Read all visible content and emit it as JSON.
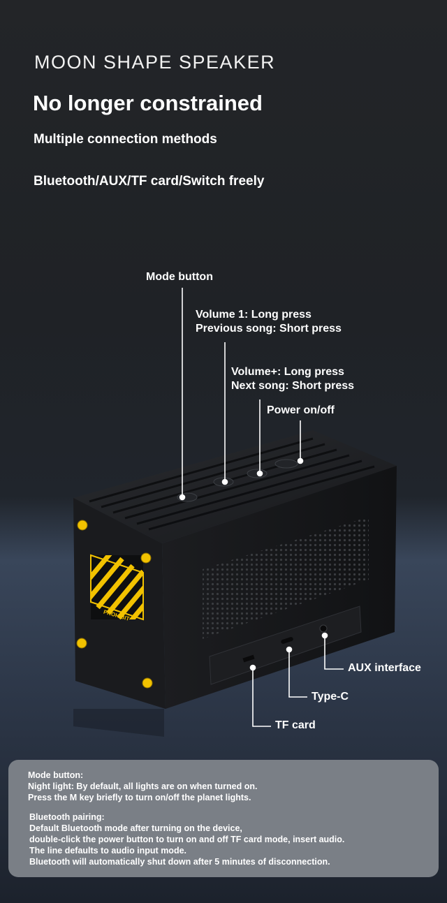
{
  "header": {
    "brand": "MOON SHAPE SPEAKER",
    "headline": "No longer constrained",
    "subtitle": "Multiple connection methods",
    "features": "Bluetooth/AUX/TF card/Switch freely"
  },
  "callouts": {
    "mode_button": "Mode button",
    "volume_minus_line1": "Volume 1: Long press",
    "volume_minus_line2": "Previous song: Short press",
    "volume_plus_line1": "Volume+: Long press",
    "volume_plus_line2": "Next song: Short press",
    "power": "Power on/off",
    "aux": "AUX interface",
    "type_c": "Type-C",
    "tf_card": "TF card"
  },
  "product": {
    "sticker_text": "PROHIBIT",
    "accent_color": "#f2c200",
    "body_color": "#151618"
  },
  "info": {
    "mode_button": {
      "title": "Mode button:",
      "line1": "Night light: By default, all lights are on when turned on.",
      "line2": "Press the M key briefly to turn on/off the planet lights."
    },
    "bluetooth": {
      "title": "Bluetooth pairing:",
      "line1": "Default Bluetooth mode after turning on the device,",
      "line2": "double-click the power button to turn on and off TF card mode, insert audio.",
      "line3": "The line defaults to audio input mode.",
      "line4": "Bluetooth will automatically shut down after 5 minutes of disconnection."
    }
  }
}
